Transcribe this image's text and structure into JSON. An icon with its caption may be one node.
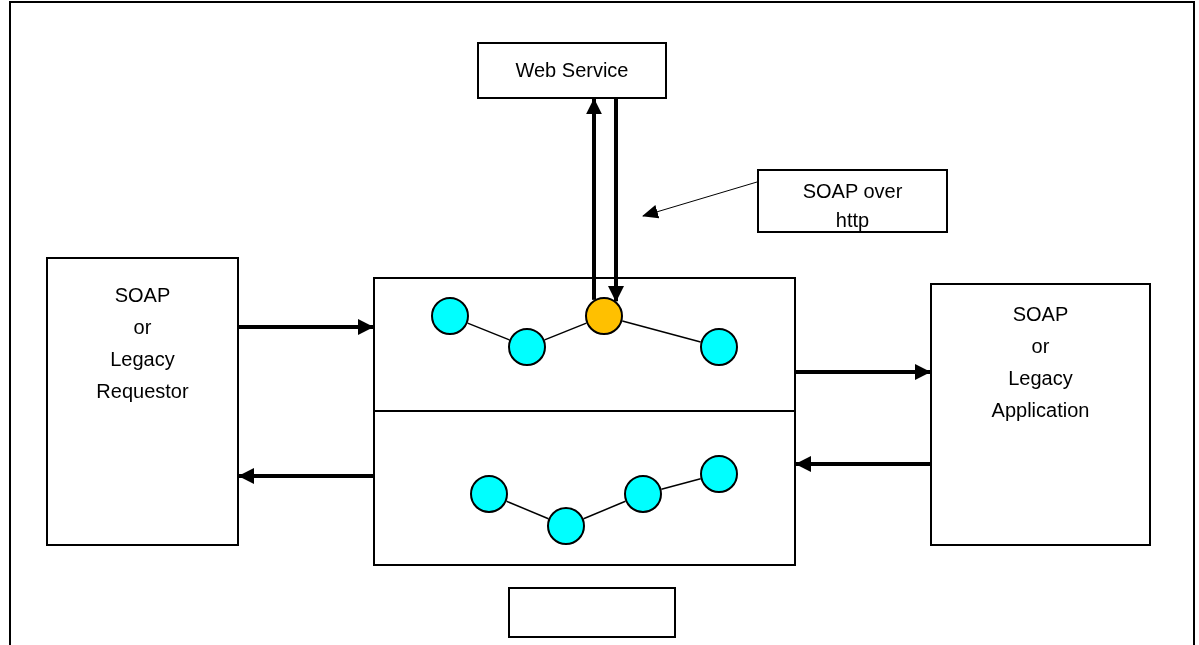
{
  "diagram": {
    "nodes": [
      {
        "text": [
          "Web Service"
        ]
      },
      {
        "text": [
          "SOAP over http"
        ]
      },
      {
        "text": [
          "SOAP or Legacy Requestor"
        ]
      },
      {
        "text": [],
        "shape": "box"
      },
      {
        "text": [],
        "shape": "box"
      },
      {
        "text": [
          "SOAP or Legacy Application"
        ]
      },
      {
        "text": [],
        "shape": "box"
      },
      {
        "text": [],
        "shape": "circle",
        "in": 3
      },
      {
        "text": [],
        "shape": "circle",
        "in": 3
      },
      {
        "text": [],
        "shape": "circle",
        "in": 3
      },
      {
        "text": [],
        "shape": "circle",
        "in": 3
      },
      {
        "text": [],
        "shape": "circle",
        "in": 4
      },
      {
        "text": [],
        "shape": "circle",
        "in": 4
      },
      {
        "text": [],
        "shape": "circle",
        "in": 4
      },
      {
        "text": [],
        "shape": "circle",
        "in": 4
      }
    ],
    "edges": [
      {
        "from": 2,
        "to": 3,
        "arrow": "to",
        "style": "thick"
      },
      {
        "from": 3,
        "to": 5,
        "arrow": "to",
        "style": "thick"
      },
      {
        "from": 5,
        "to": 4,
        "arrow": "to",
        "style": "thick"
      },
      {
        "from": 4,
        "to": 2,
        "arrow": "to",
        "style": "thick"
      },
      {
        "from": 9,
        "to": 0,
        "arrow": "to",
        "style": "thick"
      },
      {
        "from": 0,
        "to": 9,
        "arrow": "to",
        "style": "thick"
      },
      {
        "from": 1,
        "to": null,
        "arrow": "to"
      },
      {
        "from": 7,
        "to": 8,
        "arrow": "none"
      },
      {
        "from": 8,
        "to": 9,
        "arrow": "none"
      },
      {
        "from": 9,
        "to": 10,
        "arrow": "none"
      },
      {
        "from": 11,
        "to": 12,
        "arrow": "none"
      },
      {
        "from": 12,
        "to": 13,
        "arrow": "none"
      },
      {
        "from": 13,
        "to": 14,
        "arrow": "none"
      }
    ]
  }
}
